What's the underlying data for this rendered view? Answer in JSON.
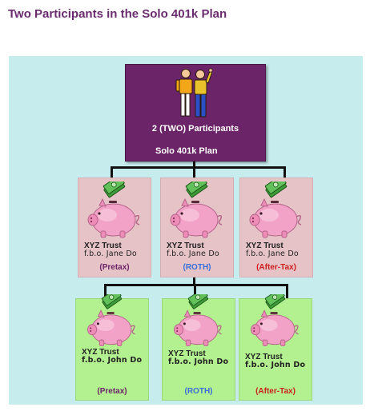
{
  "page_title": "Two Participants in the Solo 401k Plan",
  "root": {
    "line1": "2 (TWO) Participants",
    "line2": "Solo 401k Plan",
    "icon": "two-people-waving-icon"
  },
  "colors": {
    "root_bg": "#6b2468",
    "row1_box": "#e5c3c7",
    "row2_box": "#b3f08f",
    "background": "#c7ecee",
    "pretax": "#6b2468",
    "roth": "#3a6fd8",
    "aftertax": "#cc1f1f"
  },
  "rows": [
    {
      "participant_line1": "XYZ Trust",
      "participant_line2": "f.b.o. Jane Do",
      "accounts": [
        "(Pretax)",
        "(ROTH)",
        "(After-Tax)"
      ]
    },
    {
      "participant_line1": "XYZ Trust",
      "participant_line2": "f.b.o. John Do",
      "accounts": [
        "(Pretax)",
        "(ROTH)",
        "(After-Tax)"
      ]
    }
  ]
}
